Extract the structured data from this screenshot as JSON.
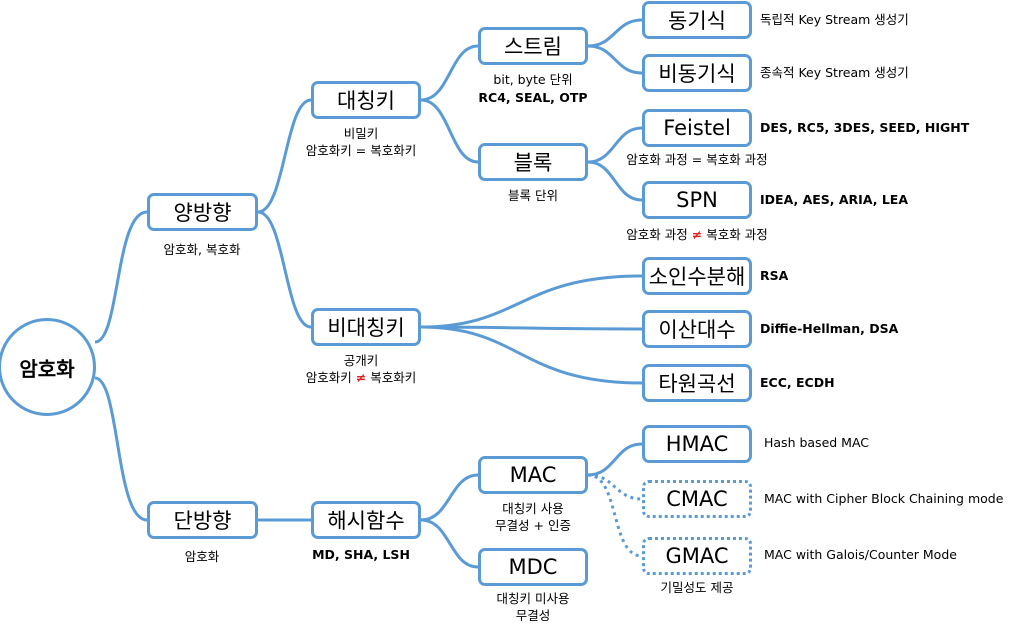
{
  "root": "암호화",
  "nodes": {
    "bidirectional": "양방향",
    "unidirectional": "단방향",
    "symmetric": "대칭키",
    "asymmetric": "비대칭키",
    "hash": "해시함수",
    "stream": "스트림",
    "block": "블록",
    "sync": "동기식",
    "async": "비동기식",
    "feistel": "Feistel",
    "spn": "SPN",
    "factor": "소인수분해",
    "dlog": "이산대수",
    "ecc": "타원곡선",
    "mac": "MAC",
    "mdc": "MDC",
    "hmac": "HMAC",
    "cmac": "CMAC",
    "gmac": "GMAC"
  },
  "labels": {
    "bidirectional": "암호화, 복호화",
    "unidirectional": "암호화",
    "symmetric_1": "비밀키",
    "symmetric_2": "암호화키 = 복호화키",
    "asymmetric_1": "공개키",
    "asymmetric_2a": "암호화키",
    "asymmetric_2b": "복호화키",
    "hash": "MD, SHA, LSH",
    "stream_1": "bit, byte 단위",
    "stream_2": "RC4, SEAL, OTP",
    "block": "블록 단위",
    "sync": "독립적 Key Stream 생성기",
    "async": "종속적 Key Stream 생성기",
    "feistel_algos": "DES, RC5, 3DES, SEED, HIGHT",
    "feistel_note": "암호화 과정 = 복호화 과정",
    "spn_algos": "IDEA, AES, ARIA, LEA",
    "spn_note_a": "암호화 과정",
    "spn_note_b": "복호화 과정",
    "factor": "RSA",
    "dlog": "Diffie-Hellman, DSA",
    "ecc": "ECC, ECDH",
    "mac_1": "대칭키 사용",
    "mac_2": "무결성 + 인증",
    "mdc_1": "대칭키 미사용",
    "mdc_2": "무결성",
    "hmac": "Hash based MAC",
    "cmac": "MAC with Cipher Block Chaining mode",
    "gmac": "MAC with Galois/Counter Mode",
    "gmac_note": "기밀성도 제공",
    "not_equal": "≠"
  },
  "colors": {
    "accent": "#5b9bd5",
    "neq": "#e02020"
  }
}
